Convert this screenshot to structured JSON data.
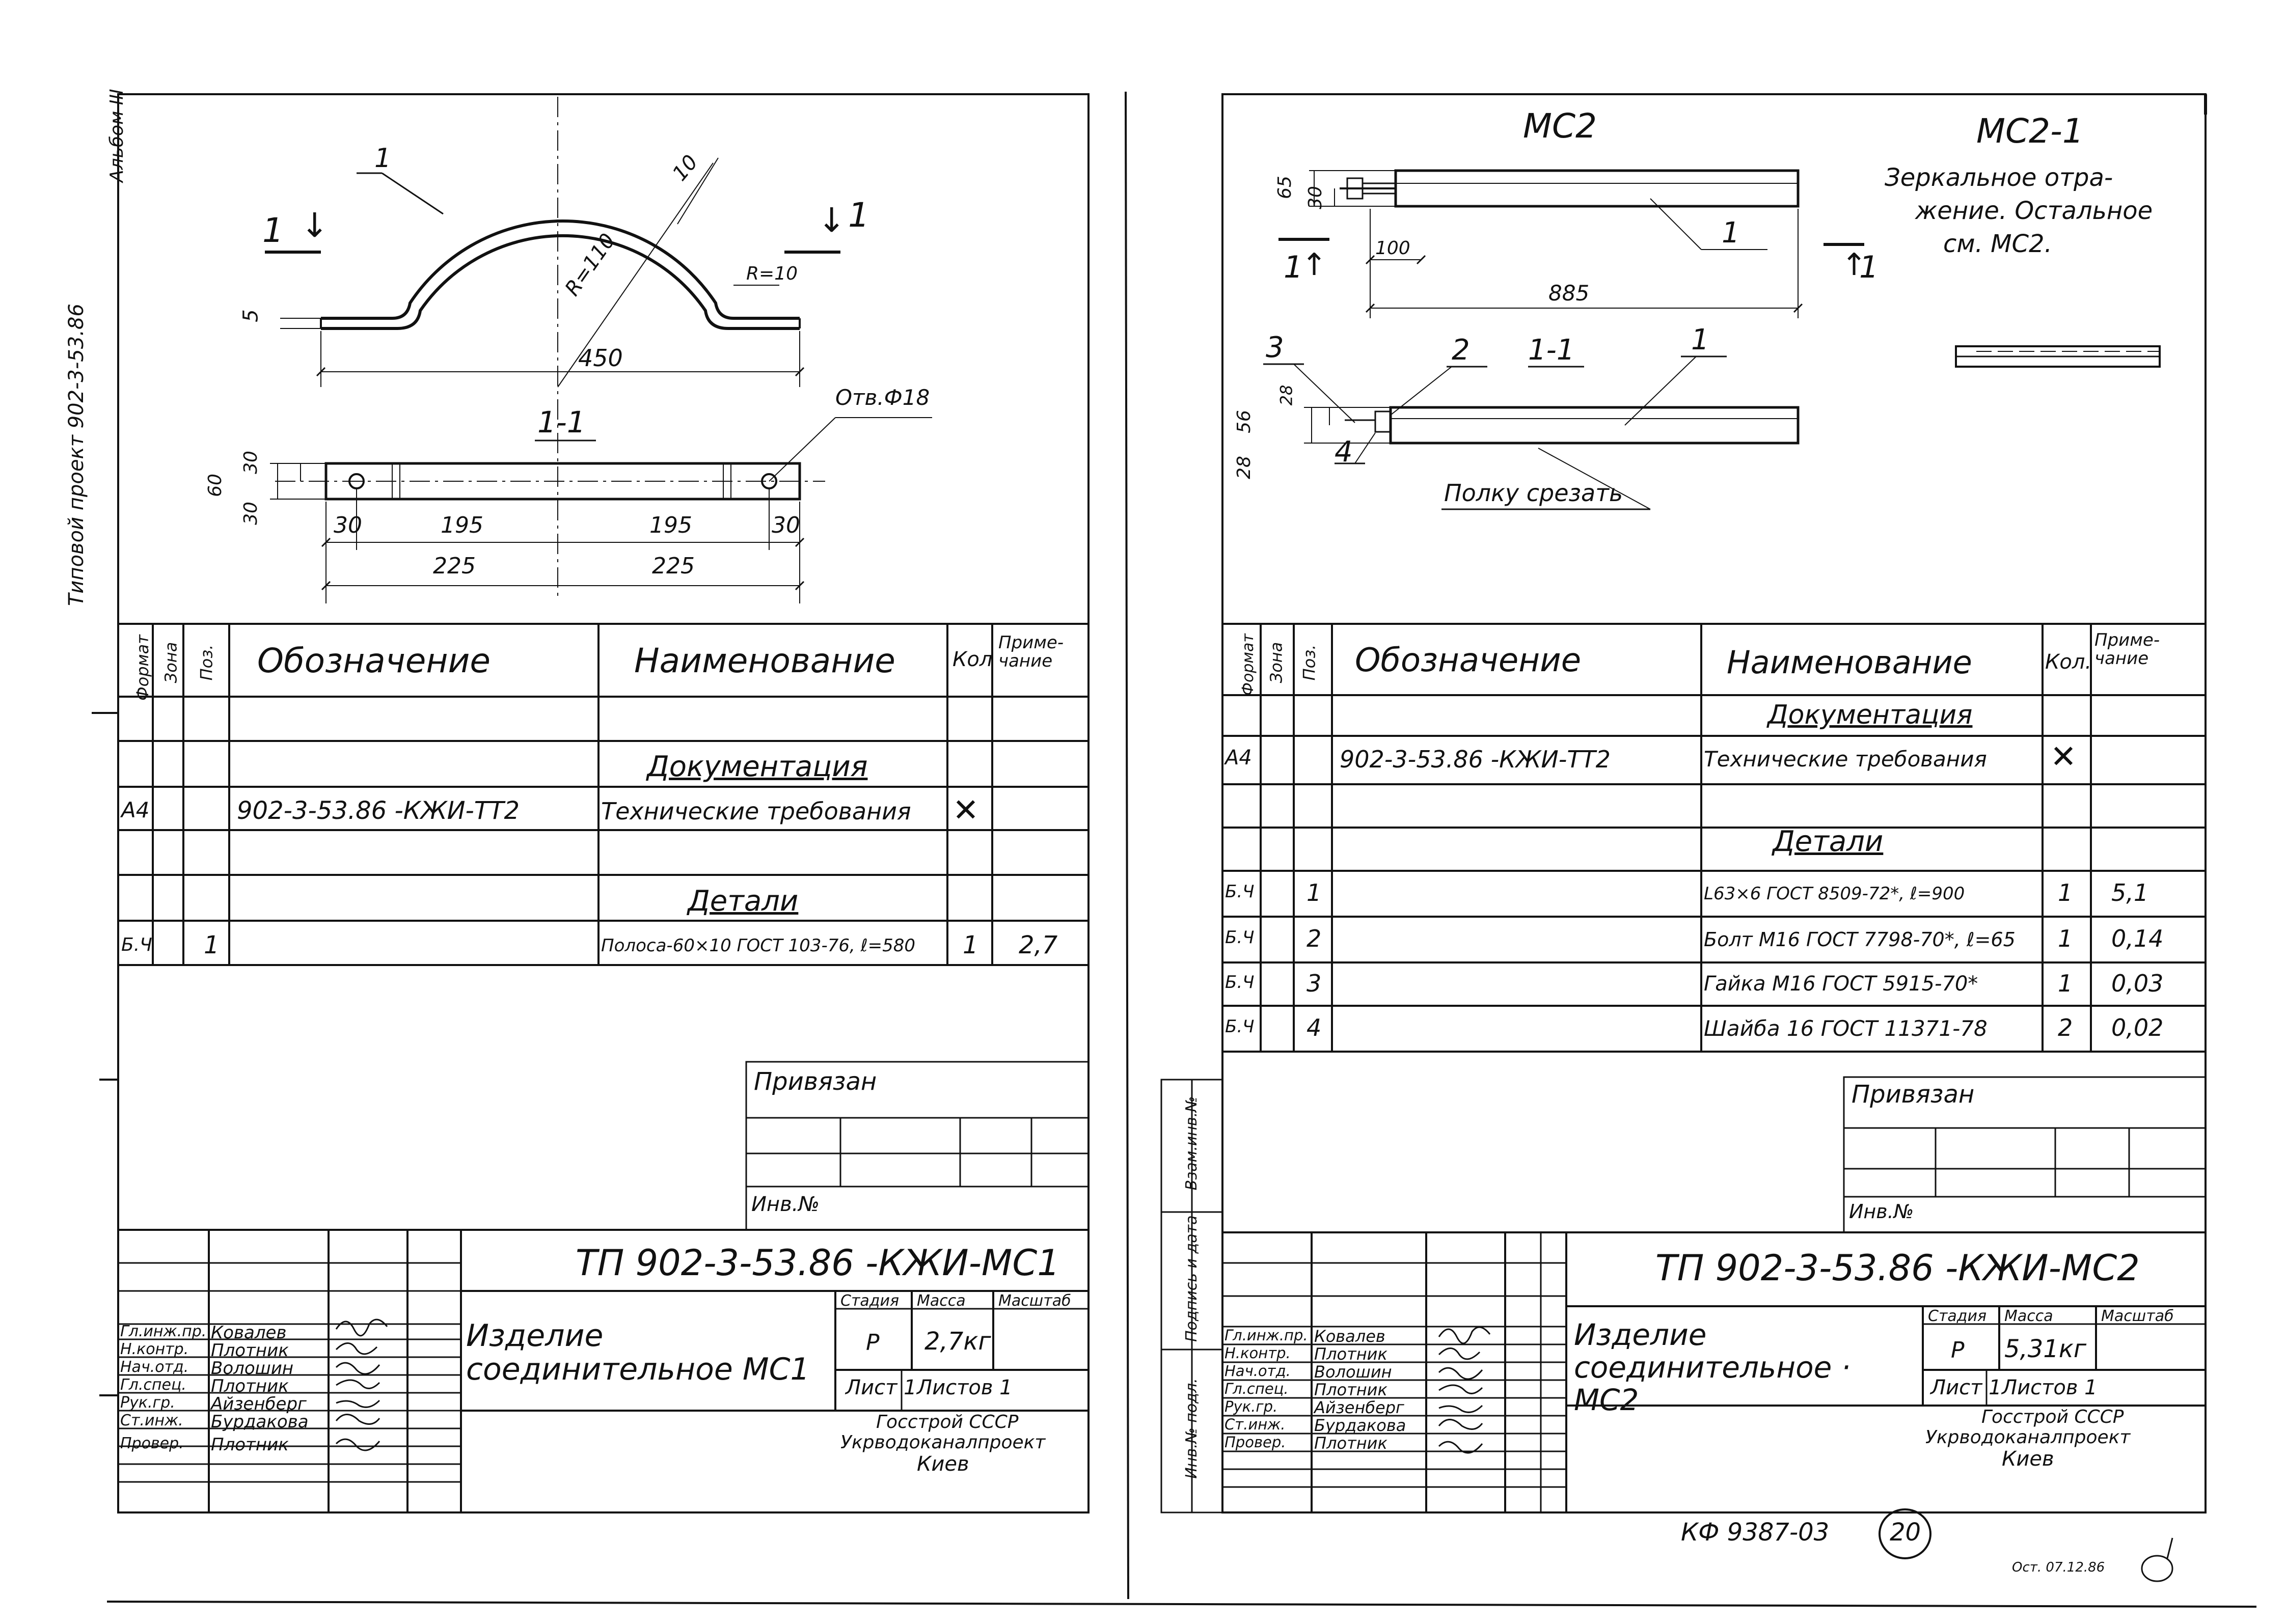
{
  "left_margin": {
    "project_label": "Типовой проект 902-3-53.86",
    "album": "Альбом III"
  },
  "sheet_left": {
    "drawing": {
      "pos_callout": "1",
      "section_mark": "1",
      "thickness": "10",
      "radius": "R=110",
      "bend_radius": "R=10",
      "offset": "5",
      "length": "450",
      "section_title": "1-1",
      "hole_note": "Отв.Ф18",
      "dim_60": "60",
      "dim_30a": "30",
      "dim_30b": "30",
      "dim_30_left": "30",
      "dim_195_left": "195",
      "dim_195_right": "195",
      "dim_30_right": "30",
      "dim_225_left": "225",
      "dim_225_right": "225"
    },
    "spec": {
      "headers": {
        "format": "Формат",
        "zone": "Зона",
        "pos": "Поз.",
        "designation": "Обозначение",
        "name": "Наименование",
        "qty": "Кол",
        "note": "Приме-чание"
      },
      "section_doc": "Документация",
      "doc_row": {
        "format": "А4",
        "designation": "902-3-53.86   -КЖИ-ТТ2",
        "name": "Технические требования",
        "qty": "✕"
      },
      "section_details": "Детали",
      "rows": [
        {
          "format": "Б.Ч",
          "pos": "1",
          "name": "Полоса-60×10 ГОСТ 103-76, ℓ=580",
          "qty": "1",
          "note": "2,7"
        }
      ]
    },
    "privyazan": "Привязан",
    "inv_no": "Инв.№",
    "title_block": {
      "code": "ТП 902-3-53.86   -КЖИ-МС1",
      "title": "Изделие соединительное МС1",
      "stage_label": "Стадия",
      "mass_label": "Масса",
      "scale_label": "Масштаб",
      "stage": "Р",
      "mass": "2,7кг",
      "sheet": "Лист 1",
      "sheets": "Листов 1",
      "org1": "Госстрой СССР",
      "org2": "Укрводоканалпроект",
      "org3": "Киев",
      "staff": [
        {
          "role": "Гл.инж.пр.",
          "name": "Ковалев"
        },
        {
          "role": "Н.контр.",
          "name": "Плотник"
        },
        {
          "role": "Нач.отд.",
          "name": "Волошин"
        },
        {
          "role": "Гл.спец.",
          "name": "Плотник"
        },
        {
          "role": "Рук.гр.",
          "name": "Айзенберг"
        },
        {
          "role": "Ст.инж.",
          "name": "Бурдакова"
        },
        {
          "role": "Провер.",
          "name": "Плотник"
        }
      ]
    }
  },
  "sheet_right": {
    "drawing": {
      "mark": "МС2",
      "mark_mirror": "МС2-1",
      "mirror_note_1": "Зеркальное отра-",
      "mirror_note_2": "жение. Остальное",
      "mirror_note_3": "см. МС2.",
      "dim_65": "65",
      "dim_30": "30",
      "dim_100": "100",
      "dim_885": "885",
      "pos_1": "1",
      "section_mark": "1",
      "section_title": "1-1",
      "pos_2": "2",
      "pos_3": "3",
      "pos_4": "4",
      "pos_1b": "1",
      "dim_56": "56",
      "dim_28a": "28",
      "dim_28b": "28",
      "cut_note": "Полку срезать"
    },
    "spec": {
      "headers": {
        "format": "Формат",
        "zone": "Зона",
        "pos": "Поз.",
        "designation": "Обозначение",
        "name": "Наименование",
        "qty": "Кол.",
        "note": "Приме-чание"
      },
      "section_doc": "Документация",
      "doc_row": {
        "format": "А4",
        "designation": "902-3-53.86   -КЖИ-ТТ2",
        "name": "Технические требования",
        "qty": "✕"
      },
      "section_details": "Детали",
      "rows": [
        {
          "format": "Б.Ч",
          "pos": "1",
          "name": "L63×6 ГОСТ 8509-72*, ℓ=900",
          "qty": "1",
          "note": "5,1"
        },
        {
          "format": "Б.Ч",
          "pos": "2",
          "name": "Болт М16 ГОСТ 7798-70*, ℓ=65",
          "qty": "1",
          "note": "0,14"
        },
        {
          "format": "Б.Ч",
          "pos": "3",
          "name": "Гайка М16 ГОСТ 5915-70*",
          "qty": "1",
          "note": "0,03"
        },
        {
          "format": "Б.Ч",
          "pos": "4",
          "name": "Шайба 16 ГОСТ 11371-78",
          "qty": "2",
          "note": "0,02"
        }
      ]
    },
    "privyazan": "Привязан",
    "inv_no": "Инв.№",
    "side_labels": [
      "Инв.№ подл.",
      "Подпись и дата",
      "Взам.инв.№"
    ],
    "title_block": {
      "code": "ТП 902-3-53.86   -КЖИ-МС2",
      "title": "Изделие соединительное · МС2",
      "stage_label": "Стадия",
      "mass_label": "Масса",
      "scale_label": "Масштаб",
      "stage": "Р",
      "mass": "5,31кг",
      "sheet": "Лист 1",
      "sheets": "Листов 1",
      "org1": "Госстрой СССР",
      "org2": "Укрводоканалпроект",
      "org3": "Киев",
      "staff": [
        {
          "role": "Гл.инж.пр.",
          "name": "Ковалев"
        },
        {
          "role": "Н.контр.",
          "name": "Плотник"
        },
        {
          "role": "Нач.отд.",
          "name": "Волошин"
        },
        {
          "role": "Гл.спец.",
          "name": "Плотник"
        },
        {
          "role": "Рук.гр.",
          "name": "Айзенберг"
        },
        {
          "role": "Ст.инж.",
          "name": "Бурдакова"
        },
        {
          "role": "Провер.",
          "name": "Плотник"
        }
      ]
    }
  },
  "footer": {
    "archive_no": "КФ 9387-03",
    "page_no": "20",
    "stamp": "Ост. 07.12.86"
  }
}
